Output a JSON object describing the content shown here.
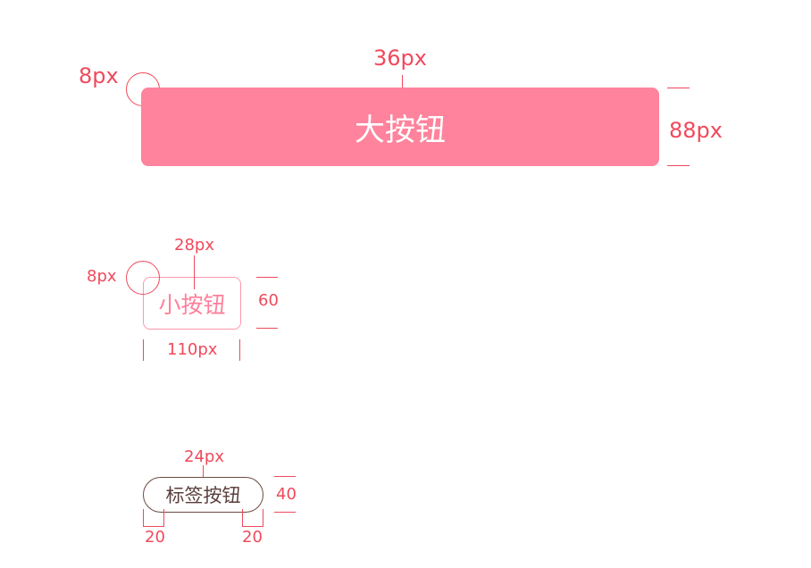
{
  "large": {
    "label": "大按钮",
    "font_annotation": "36px",
    "radius_annotation": "8px",
    "height_annotation": "88px"
  },
  "small": {
    "label": "小按钮",
    "font_annotation": "28px",
    "radius_annotation": "8px",
    "height_annotation": "60",
    "width_annotation": "110px"
  },
  "tag": {
    "label": "标签按钮",
    "font_annotation": "24px",
    "height_annotation": "40",
    "left_padding_annotation": "20",
    "right_padding_annotation": "20"
  },
  "colors": {
    "annotation": "#f0495c",
    "large_button_bg": "#ff839c",
    "small_button_border": "#ff97ad",
    "small_button_text": "#ff7f9b",
    "tag_button_border": "#6b4a44",
    "tag_button_text": "#5a3e3a"
  }
}
